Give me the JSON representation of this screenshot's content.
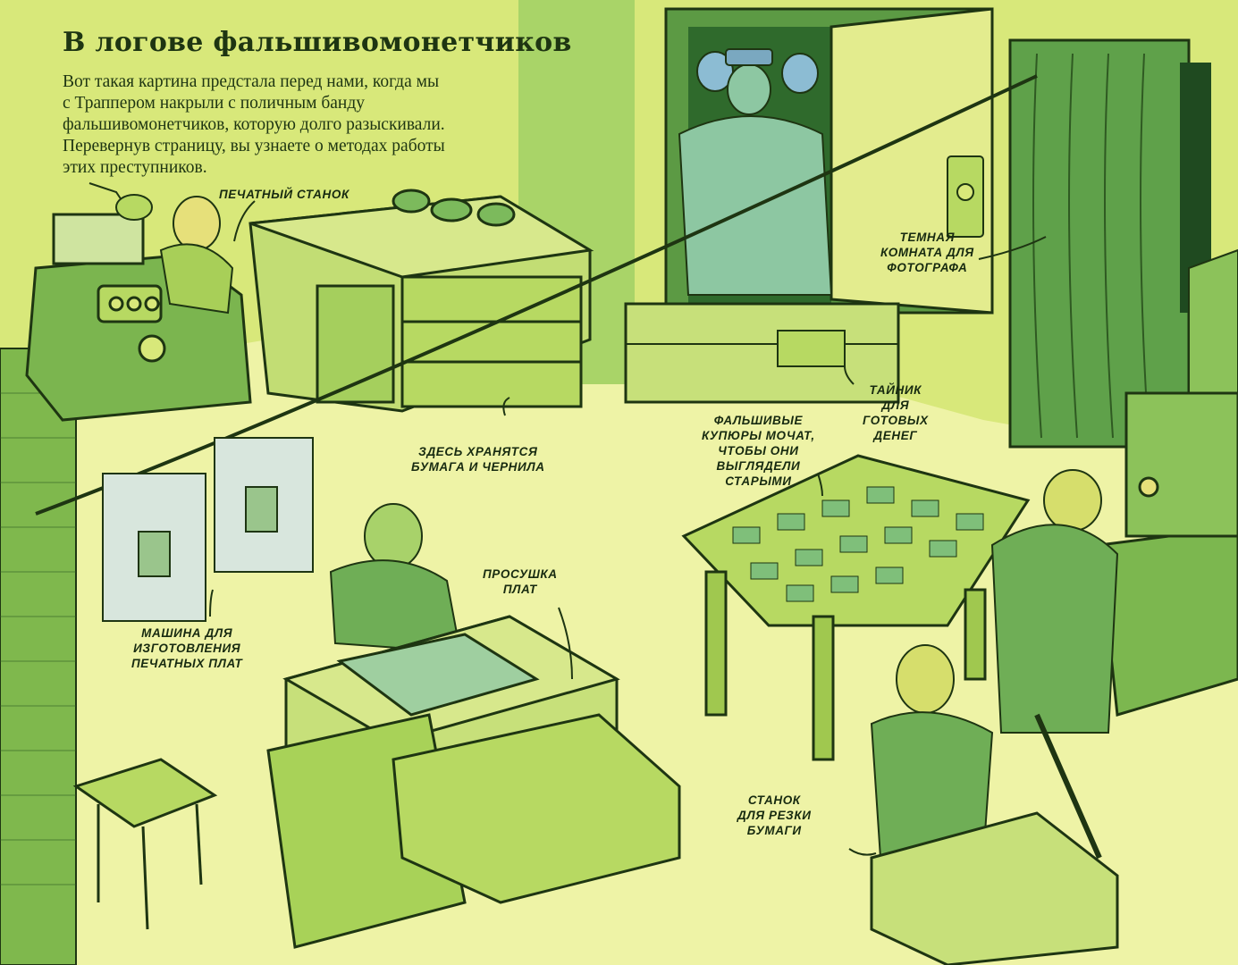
{
  "page": {
    "title": "В логове фальшивомонетчиков",
    "intro_lines": [
      "Вот такая картина предстала перед нами, когда мы",
      "с Траппером накрыли с поличным банду",
      "фальшивомонетчиков, которую долго разыскивали.",
      "Перевернув страницу, вы узнаете о методах работы",
      "этих преступников."
    ]
  },
  "callouts": {
    "printing_press": [
      "ПЕЧАТНЫЙ СТАНОК"
    ],
    "dark_room": [
      "ТЕМНАЯ",
      "КОМНАТА ДЛЯ",
      "ФОТОГРАФА"
    ],
    "hiding_place": [
      "ТАЙНИК",
      "ДЛЯ",
      "ГОТОВЫХ",
      "ДЕНЕГ"
    ],
    "aging_bills": [
      "ФАЛЬШИВЫЕ",
      "КУПЮРЫ МОЧАТ,",
      "ЧТОБЫ ОНИ",
      "ВЫГЛЯДЕЛИ",
      "СТАРЫМИ"
    ],
    "paper_and_ink": [
      "ЗДЕСЬ ХРАНЯТСЯ",
      "БУМАГА И ЧЕРНИЛА"
    ],
    "plate_drying": [
      "ПРОСУШКА",
      "ПЛАТ"
    ],
    "plate_machine": [
      "МАШИНА ДЛЯ",
      "ИЗГОТОВЛЕНИЯ",
      "ПЕЧАТНЫХ ПЛАТ"
    ],
    "paper_cutter": [
      "СТАНОК",
      "ДЛЯ РЕЗКИ",
      "БУМАГИ"
    ]
  },
  "colors": {
    "background": "#d8e87a",
    "floor": "#eef3a6",
    "wall": "#9fcf5d",
    "furniture": "#b7d962",
    "dark_green": "#4f8f3f",
    "ink": "#1e3512"
  }
}
